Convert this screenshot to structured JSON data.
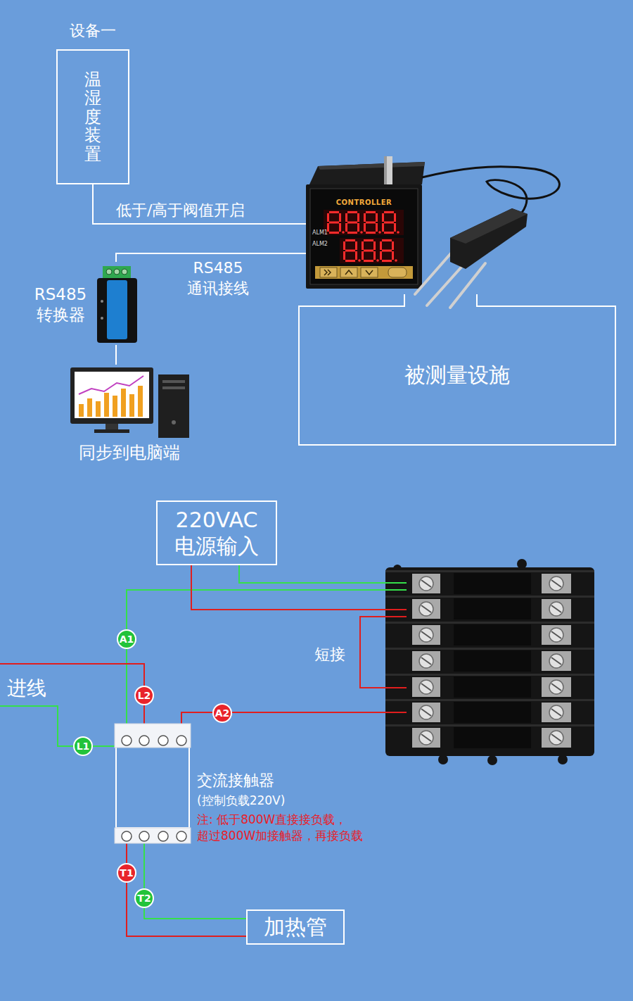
{
  "diagram": {
    "nodes": [
      {
        "text": [
          "设备一",
          "温湿度装置"
        ]
      },
      {
        "text": [
          "CONTROLLER"
        ]
      },
      {
        "text": [
          "RS485 转换器"
        ]
      },
      {
        "text": [
          "被测量设施"
        ]
      },
      {
        "text": [
          "同步到电脑端"
        ]
      },
      {
        "text": [
          "220VAC 电源输入"
        ]
      },
      {
        "text": [
          "加热管"
        ]
      }
    ],
    "edges": [
      {
        "from": 0,
        "to": 1,
        "arrow": "none",
        "label": "低于/高于阀值开启"
      },
      {
        "from": 2,
        "to": 1,
        "arrow": "none",
        "label": "RS485 通讯接线"
      },
      {
        "from": 2,
        "to": 4,
        "arrow": "none"
      }
    ],
    "labels": [
      "ALM1",
      "ALM2",
      "短接",
      "进线",
      "A1",
      "L2",
      "A2",
      "L1",
      "T1",
      "T2",
      "交流接触器",
      "(控制负载220V)",
      "注: 低于800W直接接负载， 超过800W加接触器，再接负载"
    ]
  }
}
